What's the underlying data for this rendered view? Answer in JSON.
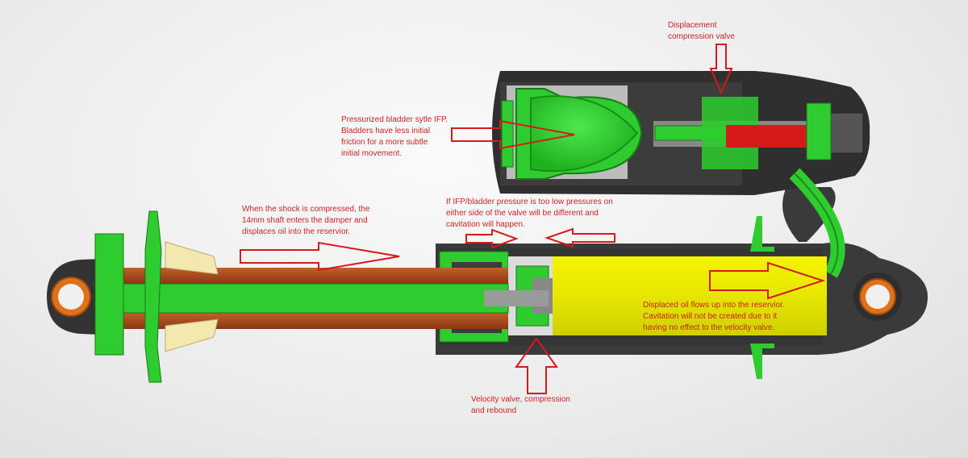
{
  "colors": {
    "green": "#2ecc2e",
    "dark_green": "#1a8c1a",
    "shaft": "#a0441c",
    "yellow": "#e6e600",
    "body": "#3a3a3a",
    "annotation": "#cc2222",
    "cream": "#f2e8b0",
    "bushing": "#e0701a"
  },
  "annotations": {
    "displacement_valve": [
      "Displacement",
      "compression valve"
    ],
    "bladder": [
      "Pressurized bladder sytle IFP.",
      "Bladders have less initial",
      "friction for a more subtle",
      "initial movement."
    ],
    "compressed": [
      "When the shock is compressed, the",
      "14mm shaft enters the damper and",
      "displaces oil into the reservior."
    ],
    "ifp_pressure": [
      "If IFP/bladder pressure is too low pressures on",
      "either side of the valve will be different and",
      "cavitation will happen."
    ],
    "displaced_oil": [
      "Displaced oil flows up into the reservior.",
      "Cavitation will not be created due to it",
      "having no effect to the velocity valve."
    ],
    "velocity_valve": [
      "Velocity valve, compression",
      "and rebound"
    ]
  }
}
